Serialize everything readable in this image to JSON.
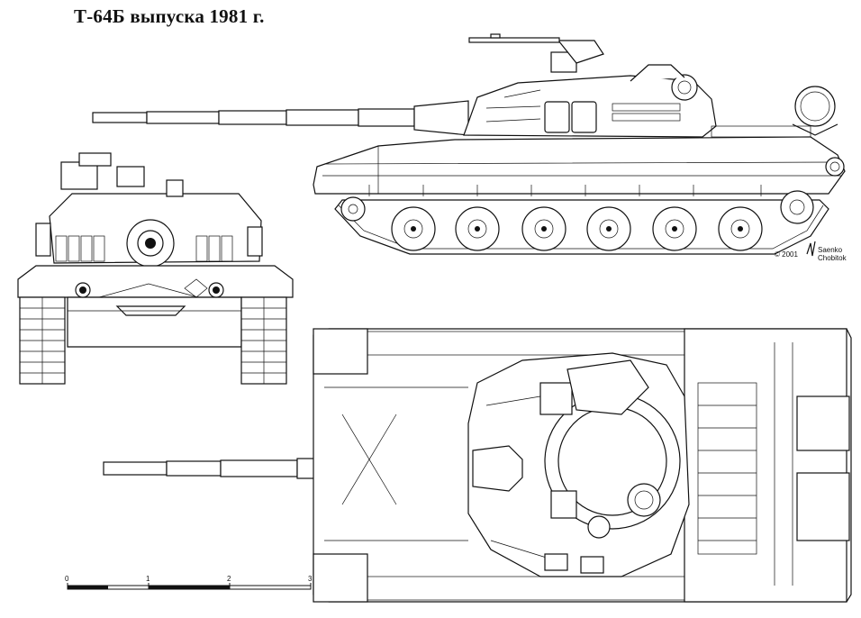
{
  "title": "Т-64Б выпуска 1981 г.",
  "credit": {
    "copyright": "© 2001",
    "author_line1": "Saenko",
    "author_line2": "Chobitok"
  },
  "scale": {
    "ticks": [
      "0",
      "1",
      "2",
      "3"
    ]
  },
  "views": [
    "side-view",
    "front-view",
    "top-view"
  ]
}
